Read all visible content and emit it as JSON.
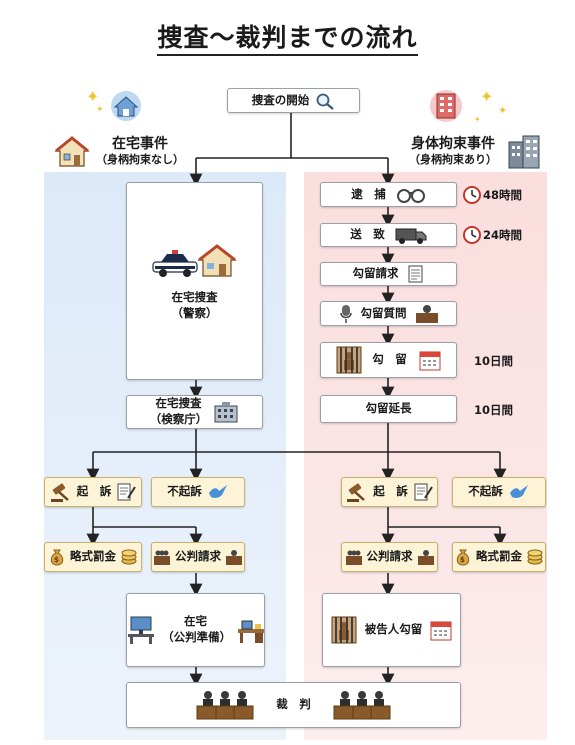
{
  "title": "捜査〜裁判までの流れ",
  "start": "捜査の開始",
  "left_case": {
    "title": "在宅事件",
    "sub": "（身柄拘束なし）"
  },
  "right_case": {
    "title": "身体拘束事件",
    "sub": "（身柄拘束あり）"
  },
  "left": {
    "investigation_police": [
      "在宅捜査",
      "（警察）"
    ],
    "investigation_prosecutor": [
      "在宅捜査",
      "（検察庁）"
    ],
    "indict": "起　訴",
    "no_indict": "不起訴",
    "summary_fine": "略式罰金",
    "formal_trial": "公判請求",
    "await_trial": [
      "在宅",
      "（公判準備）"
    ]
  },
  "right": {
    "arrest": "逮　捕",
    "arrest_time": "48時間",
    "transfer": "送　致",
    "transfer_time": "24時間",
    "detention_request": "勾留請求",
    "detention_hearing": "勾留質問",
    "detention": "勾　留",
    "detention_time": "10日間",
    "extension": "勾留延長",
    "extension_time": "10日間",
    "indict": "起　訴",
    "no_indict": "不起訴",
    "formal_trial": "公判請求",
    "summary_fine": "略式罰金",
    "defendant_detention": "被告人勾留"
  },
  "trial": "裁　判"
}
